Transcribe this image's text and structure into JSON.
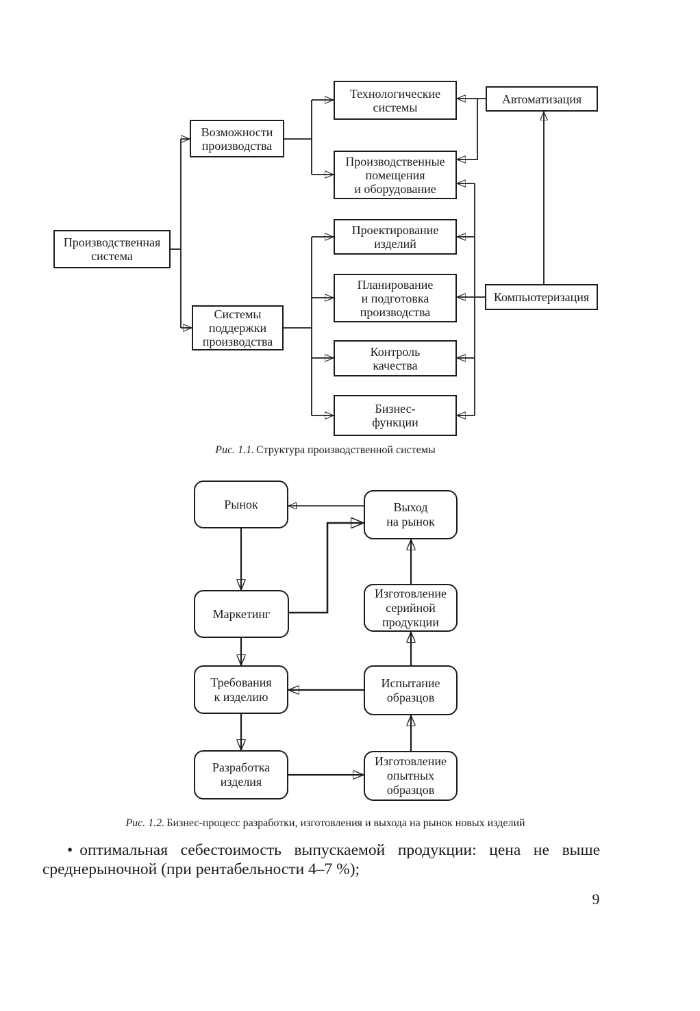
{
  "page": {
    "number": "9"
  },
  "colors": {
    "ink": "#1c1c1c",
    "paper": "#ffffff"
  },
  "figure1": {
    "caption_label": "Рис. 1.1.",
    "caption_text": "Структура производственной системы",
    "nodes": {
      "production_system": "Производственная\nсистема",
      "capabilities": "Возможности\nпроизводства",
      "support_systems": "Системы\nподдержки\nпроизводства",
      "tech_systems": "Технологические\nсистемы",
      "facilities": "Производственные\nпомещения\nи оборудование",
      "product_design": "Проектирование\nизделий",
      "planning": "Планирование\nи подготовка\nпроизводства",
      "quality_control": "Контроль\nкачества",
      "business_functions": "Бизнес-\nфункции",
      "automation": "Автоматизация",
      "computerization": "Компьютеризация"
    }
  },
  "figure2": {
    "caption_label": "Рис. 1.2.",
    "caption_text": "Бизнес-процесс разработки, изготовления и выхода на рынок новых изделий",
    "nodes": {
      "market": "Рынок",
      "market_entry": "Выход\nна рынок",
      "marketing": "Маркетинг",
      "serial_production": "Изготовление\nсерийной\nпродукции",
      "requirements": "Требования\nк изделию",
      "testing": "Испытание\nобразцов",
      "development": "Разработка\nизделия",
      "prototyping": "Изготовление\nопытных\nобразцов"
    }
  },
  "body_text": {
    "bullet": "•",
    "line1": "оптимальная себестоимость выпускаемой продукции: цена не выше",
    "line2": "среднерыночной (при рентабельности 4–7 %);"
  }
}
